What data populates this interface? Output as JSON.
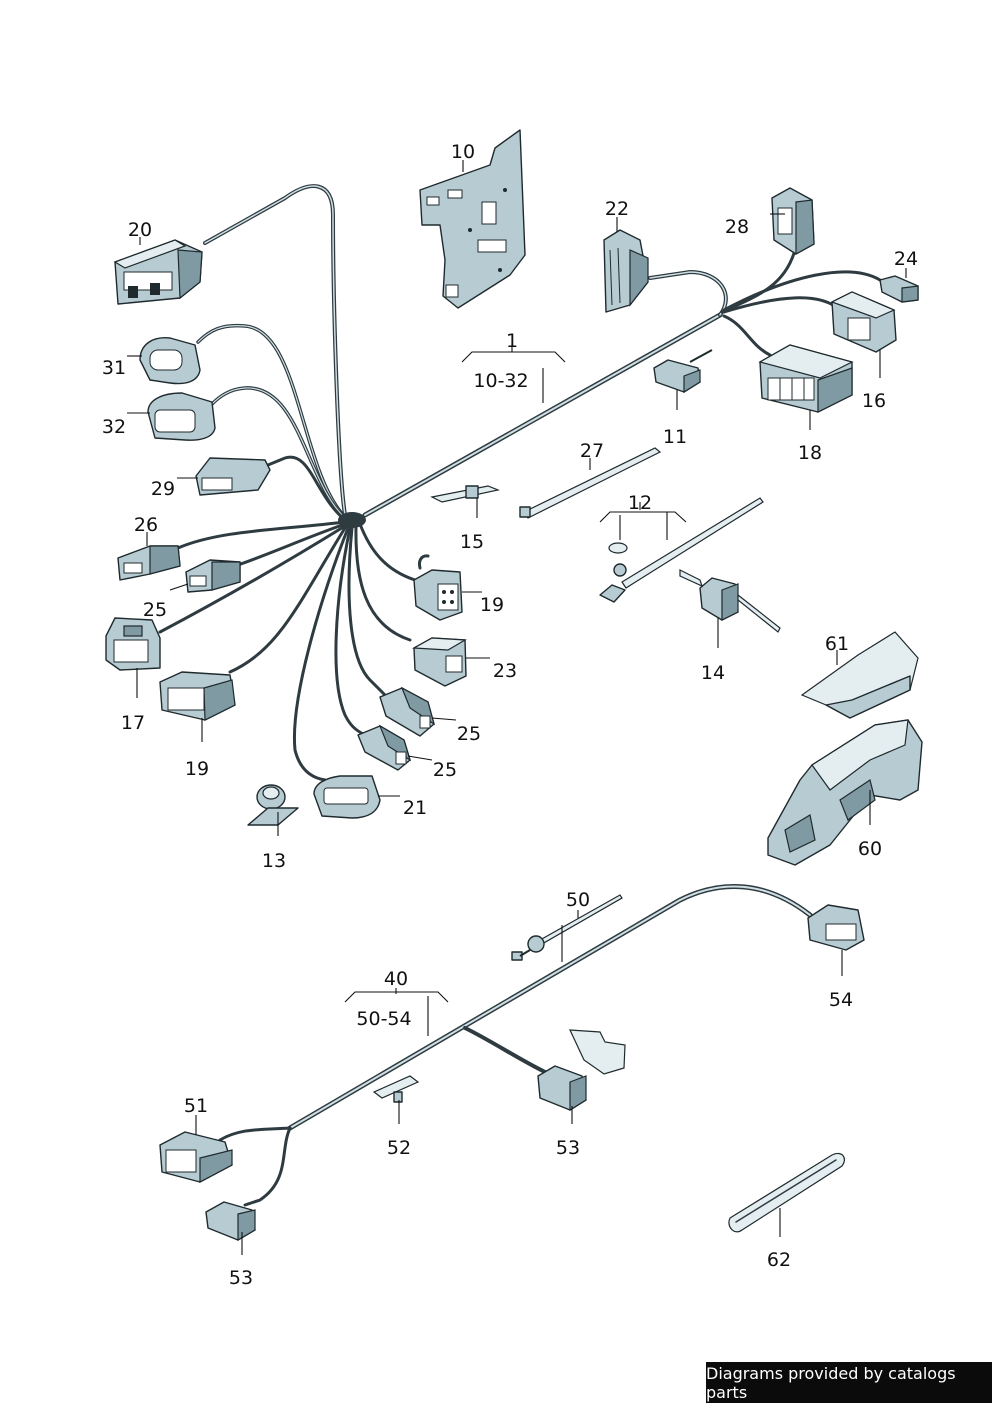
{
  "labels": {
    "l1": "1",
    "l1r": "10-32",
    "l10": "10",
    "l11": "11",
    "l12": "12",
    "l13": "13",
    "l14": "14",
    "l15": "15",
    "l16": "16",
    "l17": "17",
    "l18": "18",
    "l19a": "19",
    "l19b": "19",
    "l20": "20",
    "l21": "21",
    "l22": "22",
    "l23": "23",
    "l24": "24",
    "l25a": "25",
    "l25b": "25",
    "l25c": "25",
    "l26": "26",
    "l27": "27",
    "l28": "28",
    "l29": "29",
    "l31": "31",
    "l32": "32",
    "l40": "40",
    "l40r": "50-54",
    "l50": "50",
    "l51": "51",
    "l52": "52",
    "l53a": "53",
    "l53b": "53",
    "l54": "54",
    "l60": "60",
    "l61": "61",
    "l62": "62"
  },
  "footer": "Diagrams provided by catalogs parts"
}
